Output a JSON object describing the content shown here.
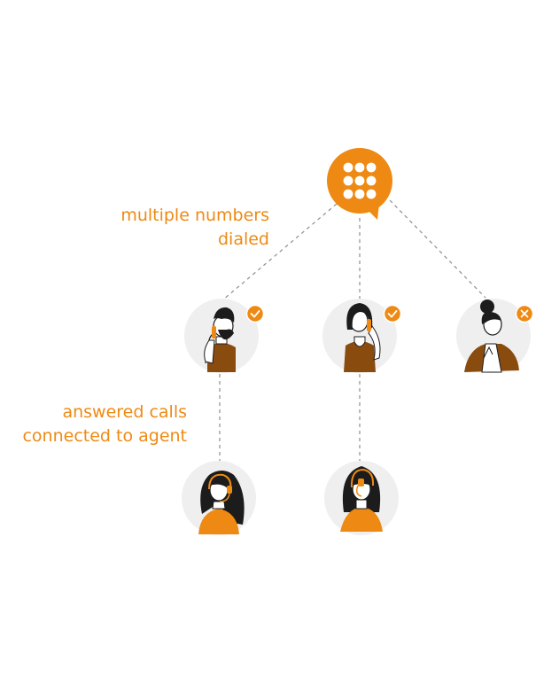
{
  "annotations": {
    "dialed": {
      "line1": "multiple numbers",
      "line2": "dialed"
    },
    "answered": {
      "line1": "answered calls",
      "line2": "connected to agent"
    }
  },
  "icons": {
    "dialer": "dialpad-chat-icon",
    "answered_mark": "check-icon",
    "unanswered_mark": "close-icon",
    "agent_accessory": "headset-icon",
    "caller_accessory": "phone-handset-icon"
  },
  "colors": {
    "accent": "#ee8a13",
    "brown": "#8a4b0f",
    "avatar_bg": "#efefef",
    "line": "#8e8e8e",
    "ink": "#1c1c1c"
  }
}
